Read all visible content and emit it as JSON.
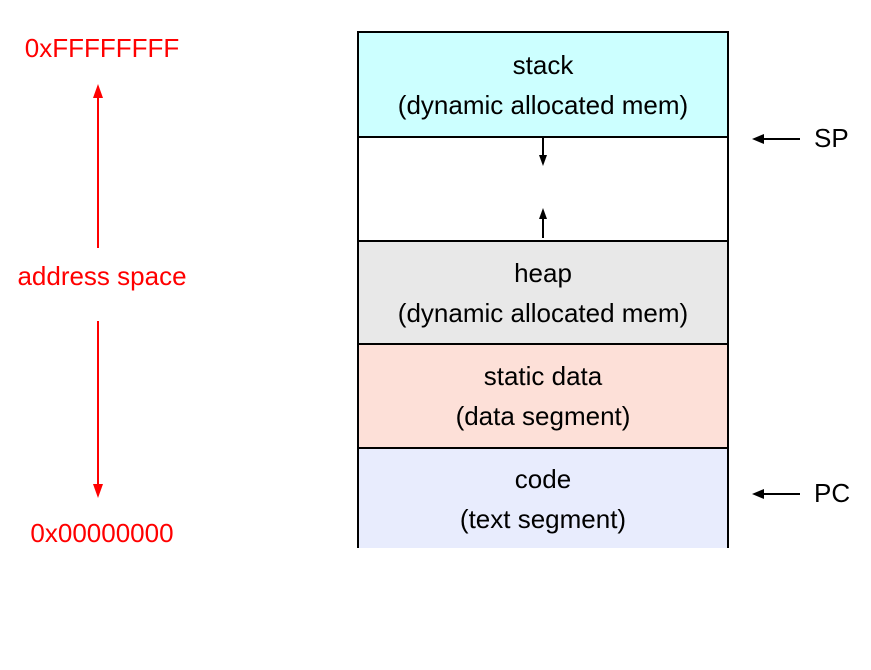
{
  "address_space": {
    "top_address": "0xFFFFFFFF",
    "label": "address space",
    "bottom_address": "0x00000000",
    "color": "#ff0000"
  },
  "segments": [
    {
      "line1": "stack",
      "line2": "(dynamic allocated mem)",
      "color": "#ccffff"
    },
    {
      "line1": "",
      "line2": "",
      "color": "#ffffff"
    },
    {
      "line1": "heap",
      "line2": "(dynamic allocated mem)",
      "color": "#e8e8e8"
    },
    {
      "line1": "static data",
      "line2": "(data segment)",
      "color": "#fde0d8"
    },
    {
      "line1": "code",
      "line2": "(text segment)",
      "color": "#e8ecfd"
    }
  ],
  "pointers": {
    "sp": "SP",
    "pc": "PC"
  }
}
